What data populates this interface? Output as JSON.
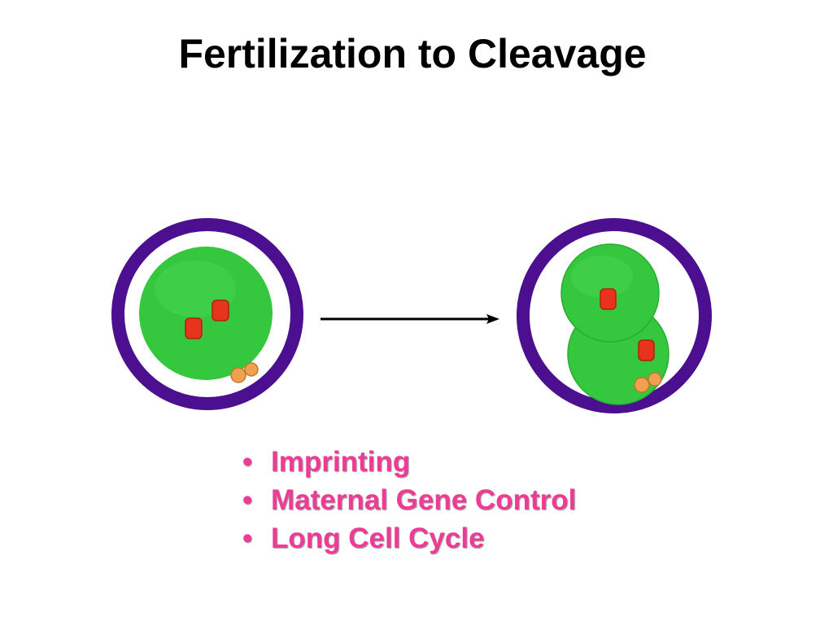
{
  "slide": {
    "title": "Fertilization to Cleavage"
  },
  "colors": {
    "zona": "#4b0f8f",
    "cytoplasm": "#35c83f",
    "cytoplasm_dark": "#22a82c",
    "pronucleus": "#e8341c",
    "polar_body": "#f0a050",
    "arrow": "#000000",
    "bullet_text": "#ee3c96"
  },
  "diagram": {
    "left_stage": {
      "name": "zygote",
      "cells": 1,
      "pronuclei": 2,
      "polar_bodies": 2
    },
    "right_stage": {
      "name": "two-cell embryo",
      "cells": 2,
      "nuclei": 2,
      "polar_bodies": 2
    },
    "arrow_direction": "right"
  },
  "bullets": [
    {
      "marker": "•",
      "text": "Imprinting"
    },
    {
      "marker": "•",
      "text": "Maternal Gene Control"
    },
    {
      "marker": "•",
      "text": "Long Cell Cycle"
    }
  ]
}
